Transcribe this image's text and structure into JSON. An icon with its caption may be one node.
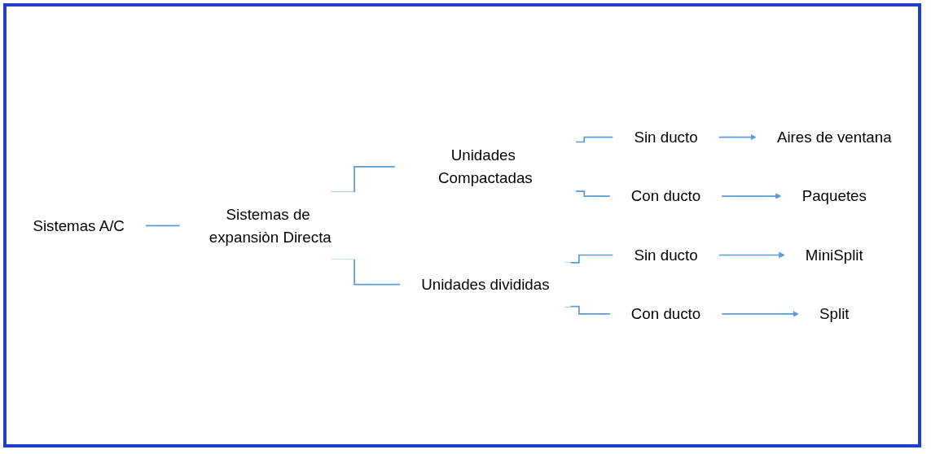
{
  "diagram": {
    "nodes": [
      {
        "text": [
          "Sistemas A/C"
        ]
      },
      {
        "text": [
          "Sistemas de expansiòn Directa"
        ]
      },
      {
        "text": [
          "Unidades Compactadas"
        ]
      },
      {
        "text": [
          "Unidades divididas"
        ]
      },
      {
        "text": [
          "Sin ducto"
        ]
      },
      {
        "text": [
          "Con ducto"
        ]
      },
      {
        "text": [
          "Sin ducto"
        ]
      },
      {
        "text": [
          "Con ducto"
        ]
      },
      {
        "text": [
          "Aires de ventana"
        ]
      },
      {
        "text": [
          "Paquetes"
        ]
      },
      {
        "text": [
          "MiniSplit"
        ]
      },
      {
        "text": [
          "Split"
        ]
      }
    ],
    "edges": [
      {
        "from": 0,
        "to": 1,
        "arrow": "none"
      },
      {
        "from": 1,
        "to": 2,
        "arrow": "none"
      },
      {
        "from": 1,
        "to": 3,
        "arrow": "none"
      },
      {
        "from": 2,
        "to": 4,
        "arrow": "none"
      },
      {
        "from": 2,
        "to": 5,
        "arrow": "none"
      },
      {
        "from": 3,
        "to": 6,
        "arrow": "none"
      },
      {
        "from": 3,
        "to": 7,
        "arrow": "none"
      },
      {
        "from": 4,
        "to": 8,
        "arrow": "to"
      },
      {
        "from": 5,
        "to": 9,
        "arrow": "to"
      },
      {
        "from": 6,
        "to": 10,
        "arrow": "to"
      },
      {
        "from": 7,
        "to": 11,
        "arrow": "to"
      }
    ]
  }
}
